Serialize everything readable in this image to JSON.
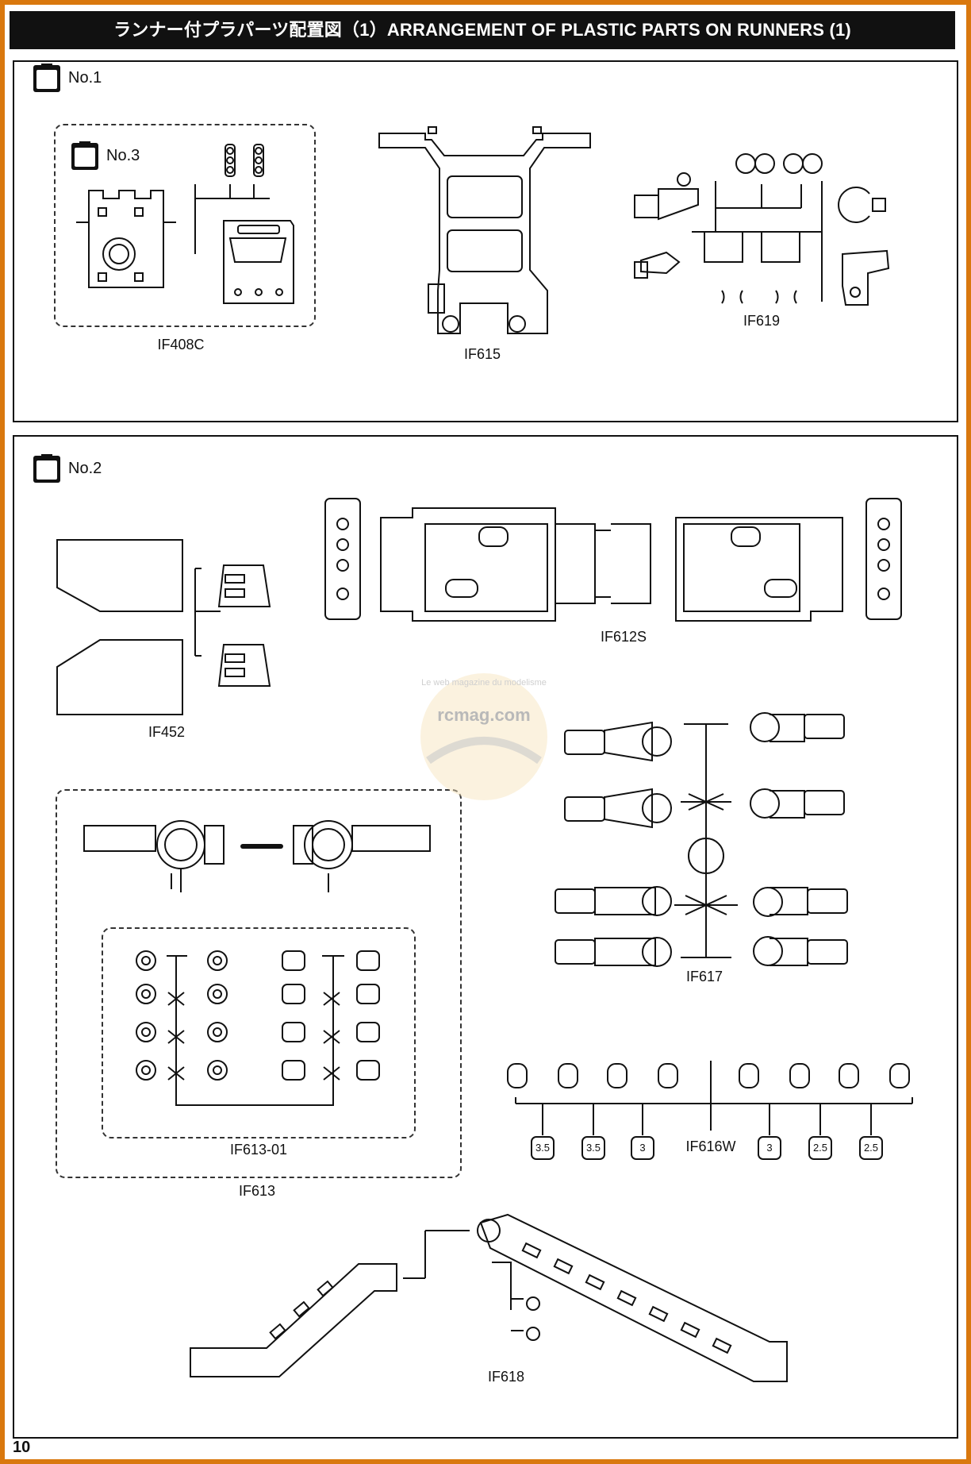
{
  "header": {
    "title": "ランナー付プラパーツ配置図（1）ARRANGEMENT OF PLASTIC PARTS ON RUNNERS (1)"
  },
  "page_number": "10",
  "watermark": {
    "brand": "rcmag.com",
    "tagline": "Le web magazine du modelisme"
  },
  "panels": {
    "top": {
      "runner": "No.1",
      "sub_runner": "No.3",
      "parts": {
        "if408c": "IF408C",
        "if615": "IF615",
        "if619": "IF619"
      }
    },
    "bottom": {
      "runner": "No.2",
      "parts": {
        "if612s": "IF612S",
        "if452": "IF452",
        "if617": "IF617",
        "if613_01": "IF613-01",
        "if613": "IF613",
        "if616w": "IF616W",
        "if618": "IF618"
      },
      "shim_labels": [
        "3.5",
        "3.5",
        "3",
        "3",
        "2.5",
        "2.5"
      ]
    }
  },
  "colors": {
    "border": "#d9780e",
    "ink": "#111111",
    "title_bg": "#111111",
    "title_text": "#ffffff"
  }
}
